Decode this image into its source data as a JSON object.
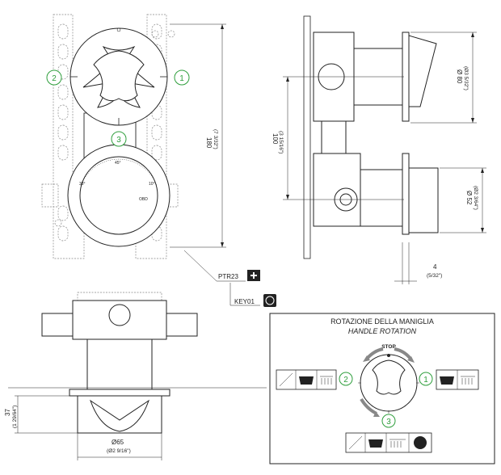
{
  "front_view": {
    "callouts": [
      "1",
      "2",
      "3"
    ],
    "height_dim": "180",
    "height_dim_inch": "(7 3/32\")",
    "scale_labels": [
      "38°",
      "45°",
      "10°"
    ],
    "knob_mark": "OBD",
    "ptr_label": "PTR23",
    "key_label": "KEY01"
  },
  "side_view": {
    "dia_upper": "Ø 80",
    "dia_upper_inch": "(Ø3 5/32\")",
    "spacing_dim": "100",
    "spacing_dim_inch": "(3 15/16\")",
    "dia_lower": "Ø 52",
    "dia_lower_inch": "(Ø2 3/64\")",
    "depth_dim": "4",
    "depth_dim_inch": "(5/32\")"
  },
  "bottom_view": {
    "depth_dim": "37",
    "depth_dim_inch": "(1 29/64\")",
    "dia_dim": "Ø65",
    "dia_dim_inch": "(Ø2 9/16\")"
  },
  "rotation_box": {
    "title": "ROTAZIONE DELLA MANIGLIA",
    "subtitle": "HANDLE ROTATION",
    "stop_label": "STOP",
    "callouts": [
      "1",
      "2",
      "3"
    ]
  }
}
